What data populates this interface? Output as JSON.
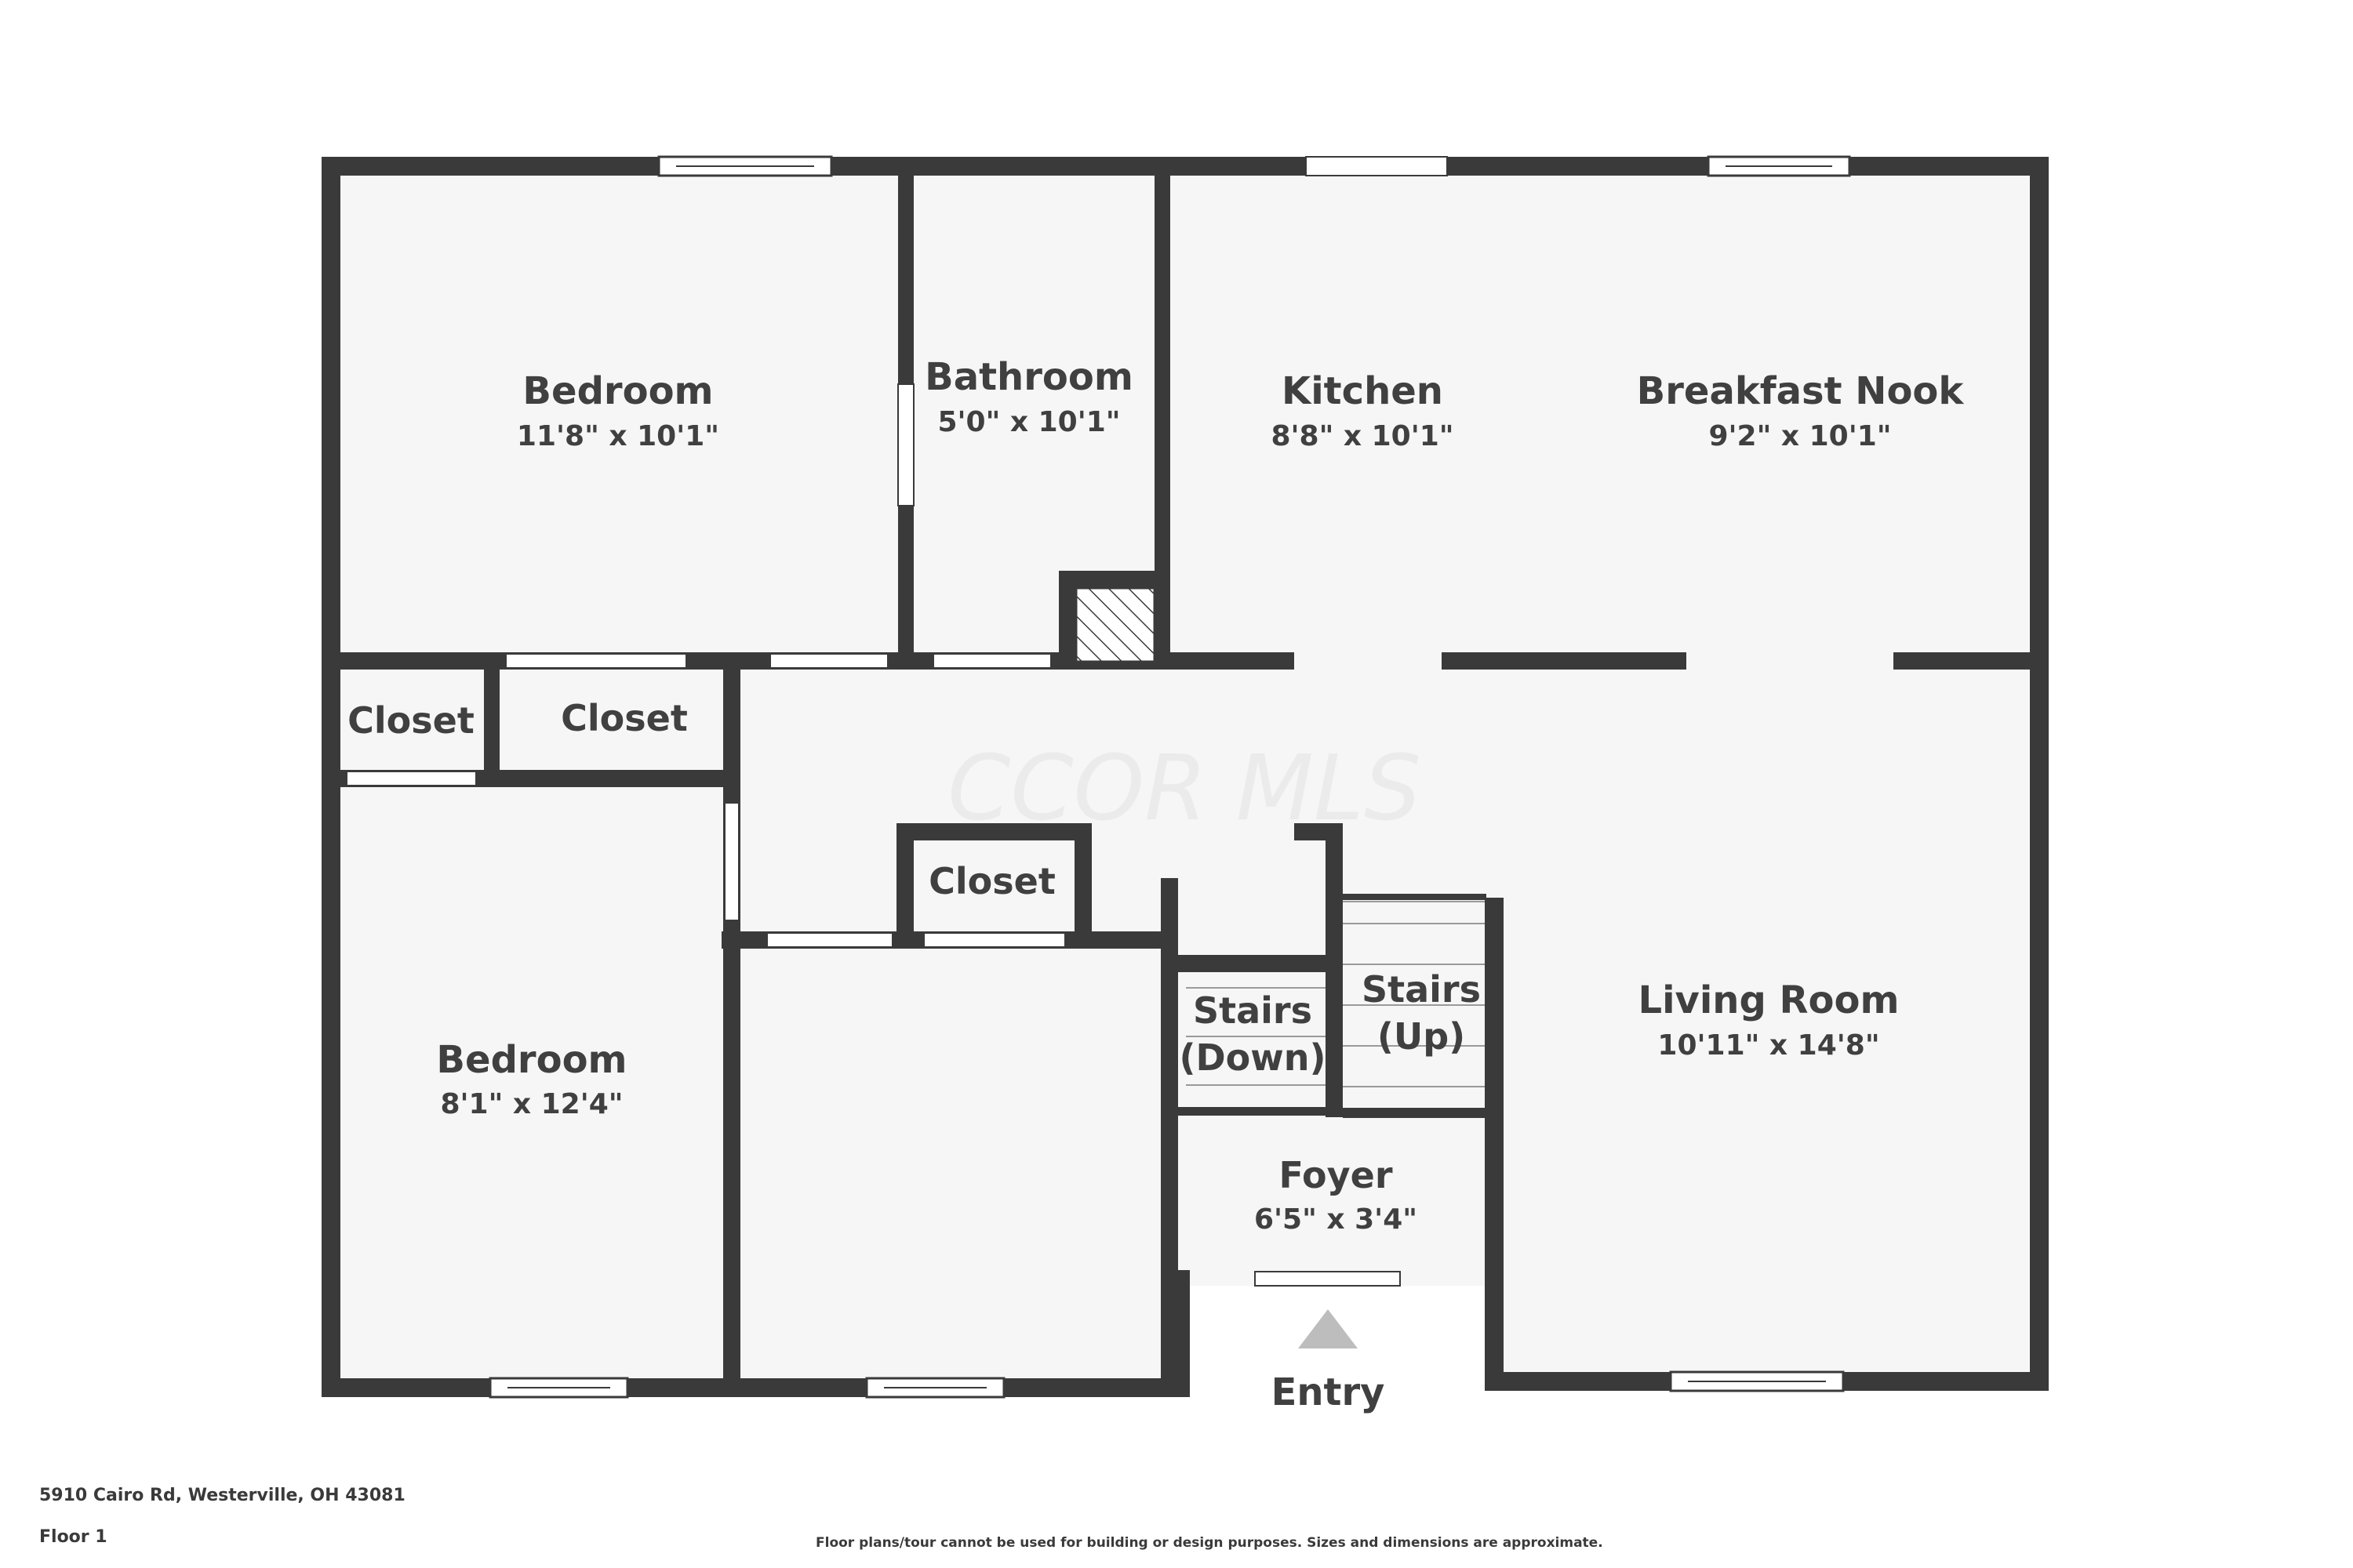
{
  "watermark": "CCOR MLS",
  "rooms": {
    "bedroom_1": {
      "name": "Bedroom",
      "dim": "11'8\" x 10'1\""
    },
    "bathroom": {
      "name": "Bathroom",
      "dim": "5'0\" x 10'1\""
    },
    "kitchen": {
      "name": "Kitchen",
      "dim": "8'8\" x 10'1\""
    },
    "breakfast_nook": {
      "name": "Breakfast Nook",
      "dim": "9'2\" x 10'1\""
    },
    "closet_1": {
      "name": "Closet"
    },
    "closet_2": {
      "name": "Closet"
    },
    "closet_3": {
      "name": "Closet"
    },
    "bedroom_2": {
      "name": "Bedroom",
      "dim": "8'1\" x 12'4\""
    },
    "stairs_down": {
      "line1": "Stairs",
      "line2": "(Down)"
    },
    "stairs_up": {
      "line1": "Stairs",
      "line2": "(Up)"
    },
    "living_room": {
      "name": "Living Room",
      "dim": "10'11\" x 14'8\""
    },
    "foyer": {
      "name": "Foyer",
      "dim": "6'5\" x 3'4\""
    }
  },
  "entry_label": "Entry",
  "footer": {
    "address": "5910 Cairo Rd, Westerville, OH 43081",
    "floor": "Floor 1",
    "disclaimer": "Floor plans/tour cannot be used for building or design purposes. Sizes and dimensions are approximate."
  },
  "colors": {
    "wall": "#3a3a3a",
    "floor": "#f6f6f6",
    "text": "#404040"
  }
}
